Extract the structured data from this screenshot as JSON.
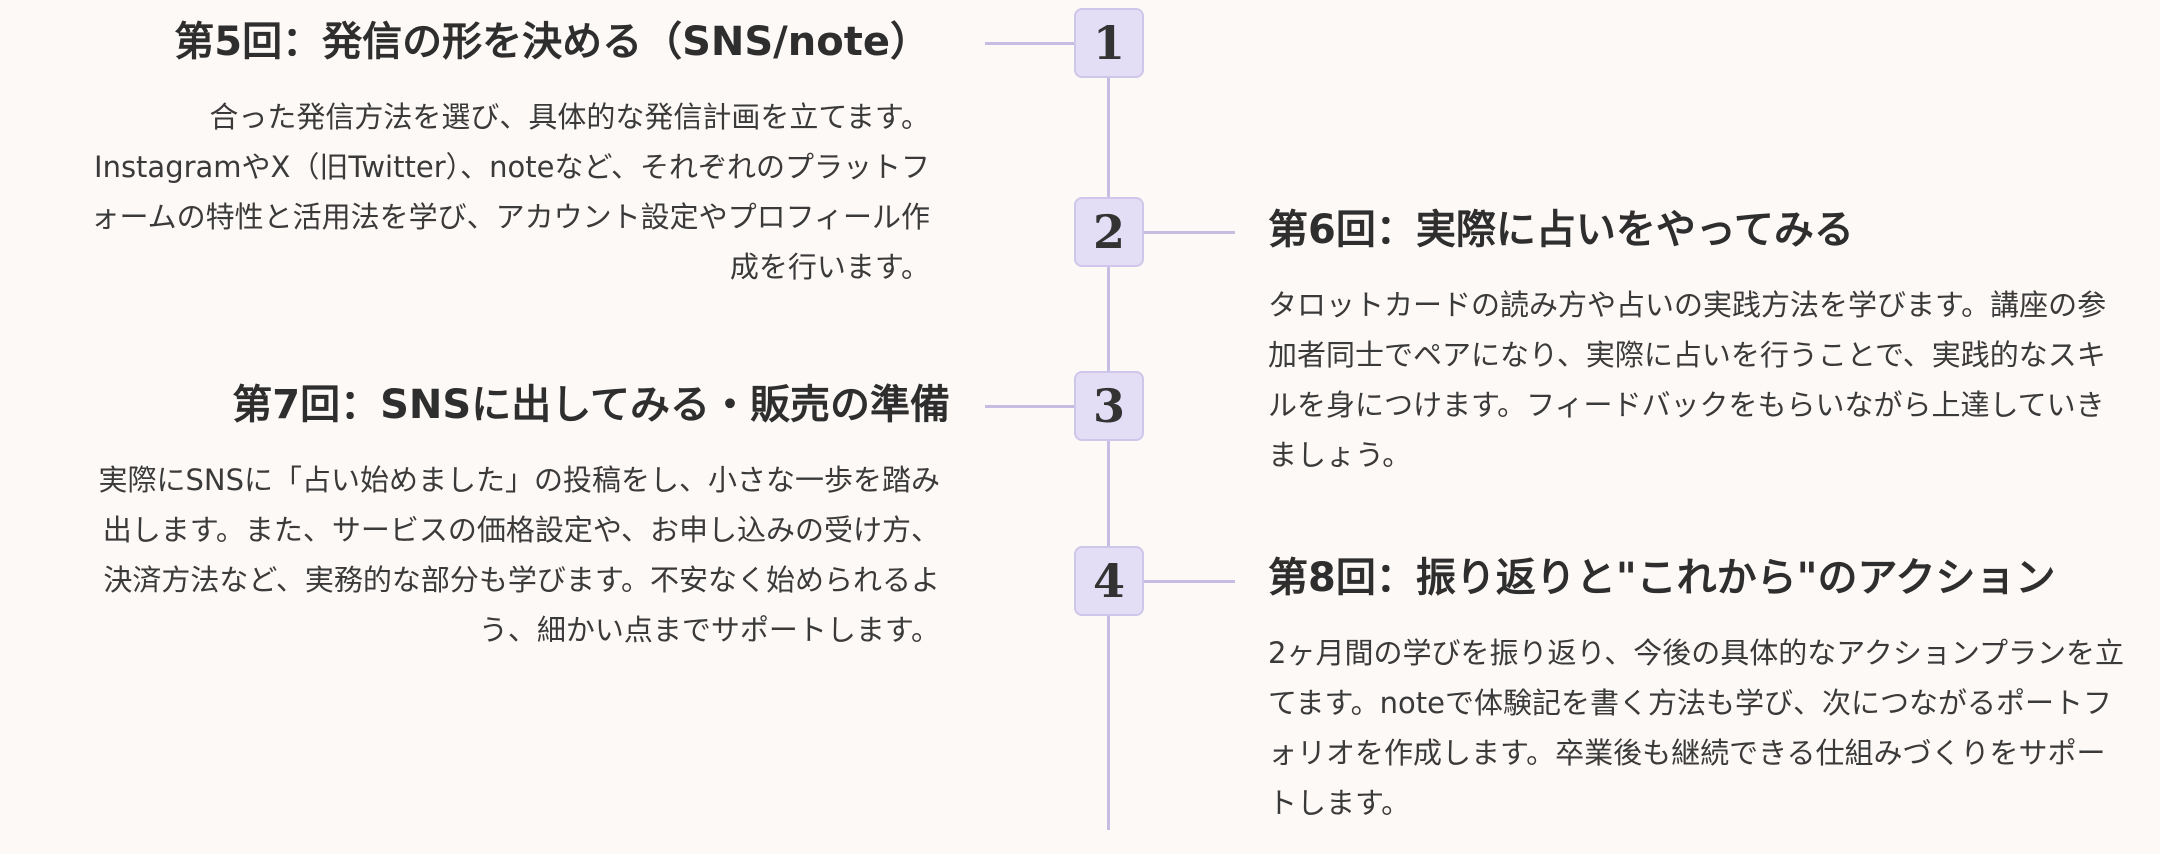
{
  "timeline": {
    "markers": [
      "1",
      "2",
      "3",
      "4"
    ],
    "sessions": [
      {
        "title": "第5回：発信の形を決める（SNS/note）",
        "body": "合った発信方法を選び、具体的な発信計画を立てます。InstagramやX（旧Twitter）、noteなど、それぞれのプラットフォームの特性と活用法を学び、アカウント設定やプロフィール作成を行います。"
      },
      {
        "title": "第6回：実際に占いをやってみる",
        "body": "タロットカードの読み方や占いの実践方法を学びます。講座の参加者同士でペアになり、実際に占いを行うことで、実践的なスキルを身につけます。フィードバックをもらいながら上達していきましょう。"
      },
      {
        "title": "第7回：SNSに出してみる・販売の準備",
        "body": "実際にSNSに「占い始めました」の投稿をし、小さな一歩を踏み出します。また、サービスの価格設定や、お申し込みの受け方、決済方法など、実務的な部分も学びます。不安なく始められるよう、細かい点までサポートします。"
      },
      {
        "title": "第8回：振り返りと\"これから\"のアクション",
        "body": "2ヶ月間の学びを振り返り、今後の具体的なアクションプランを立てます。noteで体験記を書く方法も学び、次につながるポートフォリオを作成します。卒業後も継続できる仕組みづくりをサポートします。"
      }
    ]
  }
}
